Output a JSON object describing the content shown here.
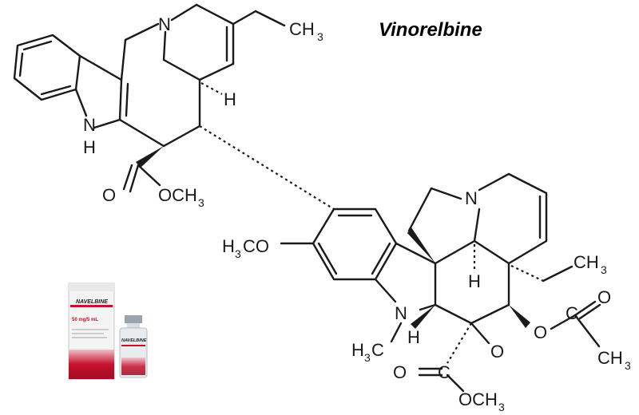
{
  "title": "Vinorelbine",
  "atoms": {
    "n_top": "N",
    "ch3_top": "CH",
    "ch3_top_sub": "3",
    "h_upper": "H",
    "nh_n": "N",
    "nh_h": "H",
    "ester_o": "O",
    "ester_och3": "OCH",
    "ester_och3_sub": "3",
    "h3co": "H",
    "h3co_sub": "3",
    "h3co_co": "CO",
    "n_right": "N",
    "ch3_right": "CH",
    "ch3_right_sub": "3",
    "h_right_mid": "H",
    "n_lower": "N",
    "h3c_lower": "H",
    "h3c_lower_sub": "3",
    "h3c_lower_c": "C",
    "h_lower": "H",
    "o_ketone": "O",
    "o_ester_left": "O",
    "c_ester": "C",
    "och3_lower": "OCH",
    "och3_lower_sub": "3",
    "o_acetate": "O",
    "c_acetate": "C",
    "o_acetate_dbl": "O",
    "ch3_acetate": "CH",
    "ch3_acetate_sub": "3"
  },
  "product": {
    "box_brand": "NAVELBINE",
    "box_dose": "50 mg/5 mL",
    "vial_brand": "NAVELBINE"
  },
  "colors": {
    "product_red": "#c8102e",
    "bond": "#1a1a1a"
  }
}
